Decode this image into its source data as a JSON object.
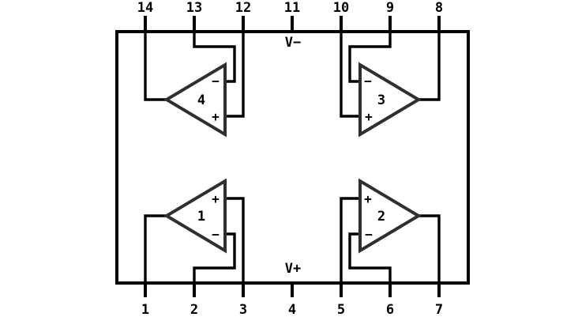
{
  "diagram": {
    "kind": "ic-pinout",
    "description": "Quad op-amp 14-pin package pinout",
    "colors": {
      "background": "#ffffff",
      "line": "#000000",
      "triangle_stroke": "#2f2f2f"
    },
    "power": {
      "negative_rail": "V−",
      "positive_rail": "V+"
    },
    "top_pins": [
      {
        "number": "14"
      },
      {
        "number": "13"
      },
      {
        "number": "12"
      },
      {
        "number": "11"
      },
      {
        "number": "10"
      },
      {
        "number": "9"
      },
      {
        "number": "8"
      }
    ],
    "bottom_pins": [
      {
        "number": "1"
      },
      {
        "number": "2"
      },
      {
        "number": "3"
      },
      {
        "number": "4"
      },
      {
        "number": "5"
      },
      {
        "number": "6"
      },
      {
        "number": "7"
      }
    ],
    "opamps": [
      {
        "number": "4",
        "position": "top-left",
        "points": "left",
        "top_input": "−",
        "bottom_input": "+"
      },
      {
        "number": "3",
        "position": "top-right",
        "points": "right",
        "top_input": "−",
        "bottom_input": "+"
      },
      {
        "number": "1",
        "position": "bottom-left",
        "points": "left",
        "top_input": "+",
        "bottom_input": "−"
      },
      {
        "number": "2",
        "position": "bottom-right",
        "points": "right",
        "top_input": "+",
        "bottom_input": "−"
      }
    ]
  }
}
